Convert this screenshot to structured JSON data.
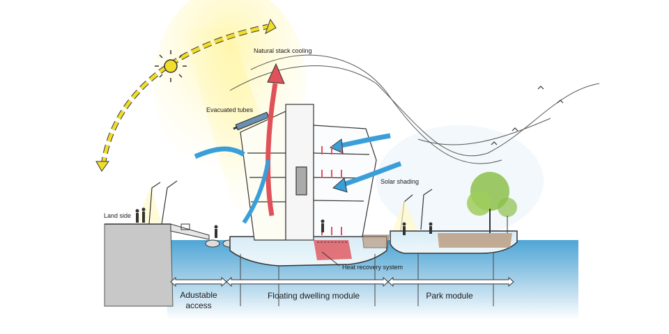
{
  "labels": {
    "stack_cooling": "Natural stack cooling",
    "evacuated_tubes": "Evacuated tubes",
    "solar_shading": "Solar shading",
    "land_side": "Land side",
    "heat_recovery": "Heat recovery system"
  },
  "modules": {
    "access": "Adustable access",
    "dwelling": "Floating dwelling module",
    "park": "Park module"
  },
  "colors": {
    "water": "#4aa3d4",
    "sun": "#f2dd2a",
    "airflow_blue": "#3a9fd9",
    "airflow_red": "#e0525a",
    "tree_green": "#8dbf4a"
  }
}
